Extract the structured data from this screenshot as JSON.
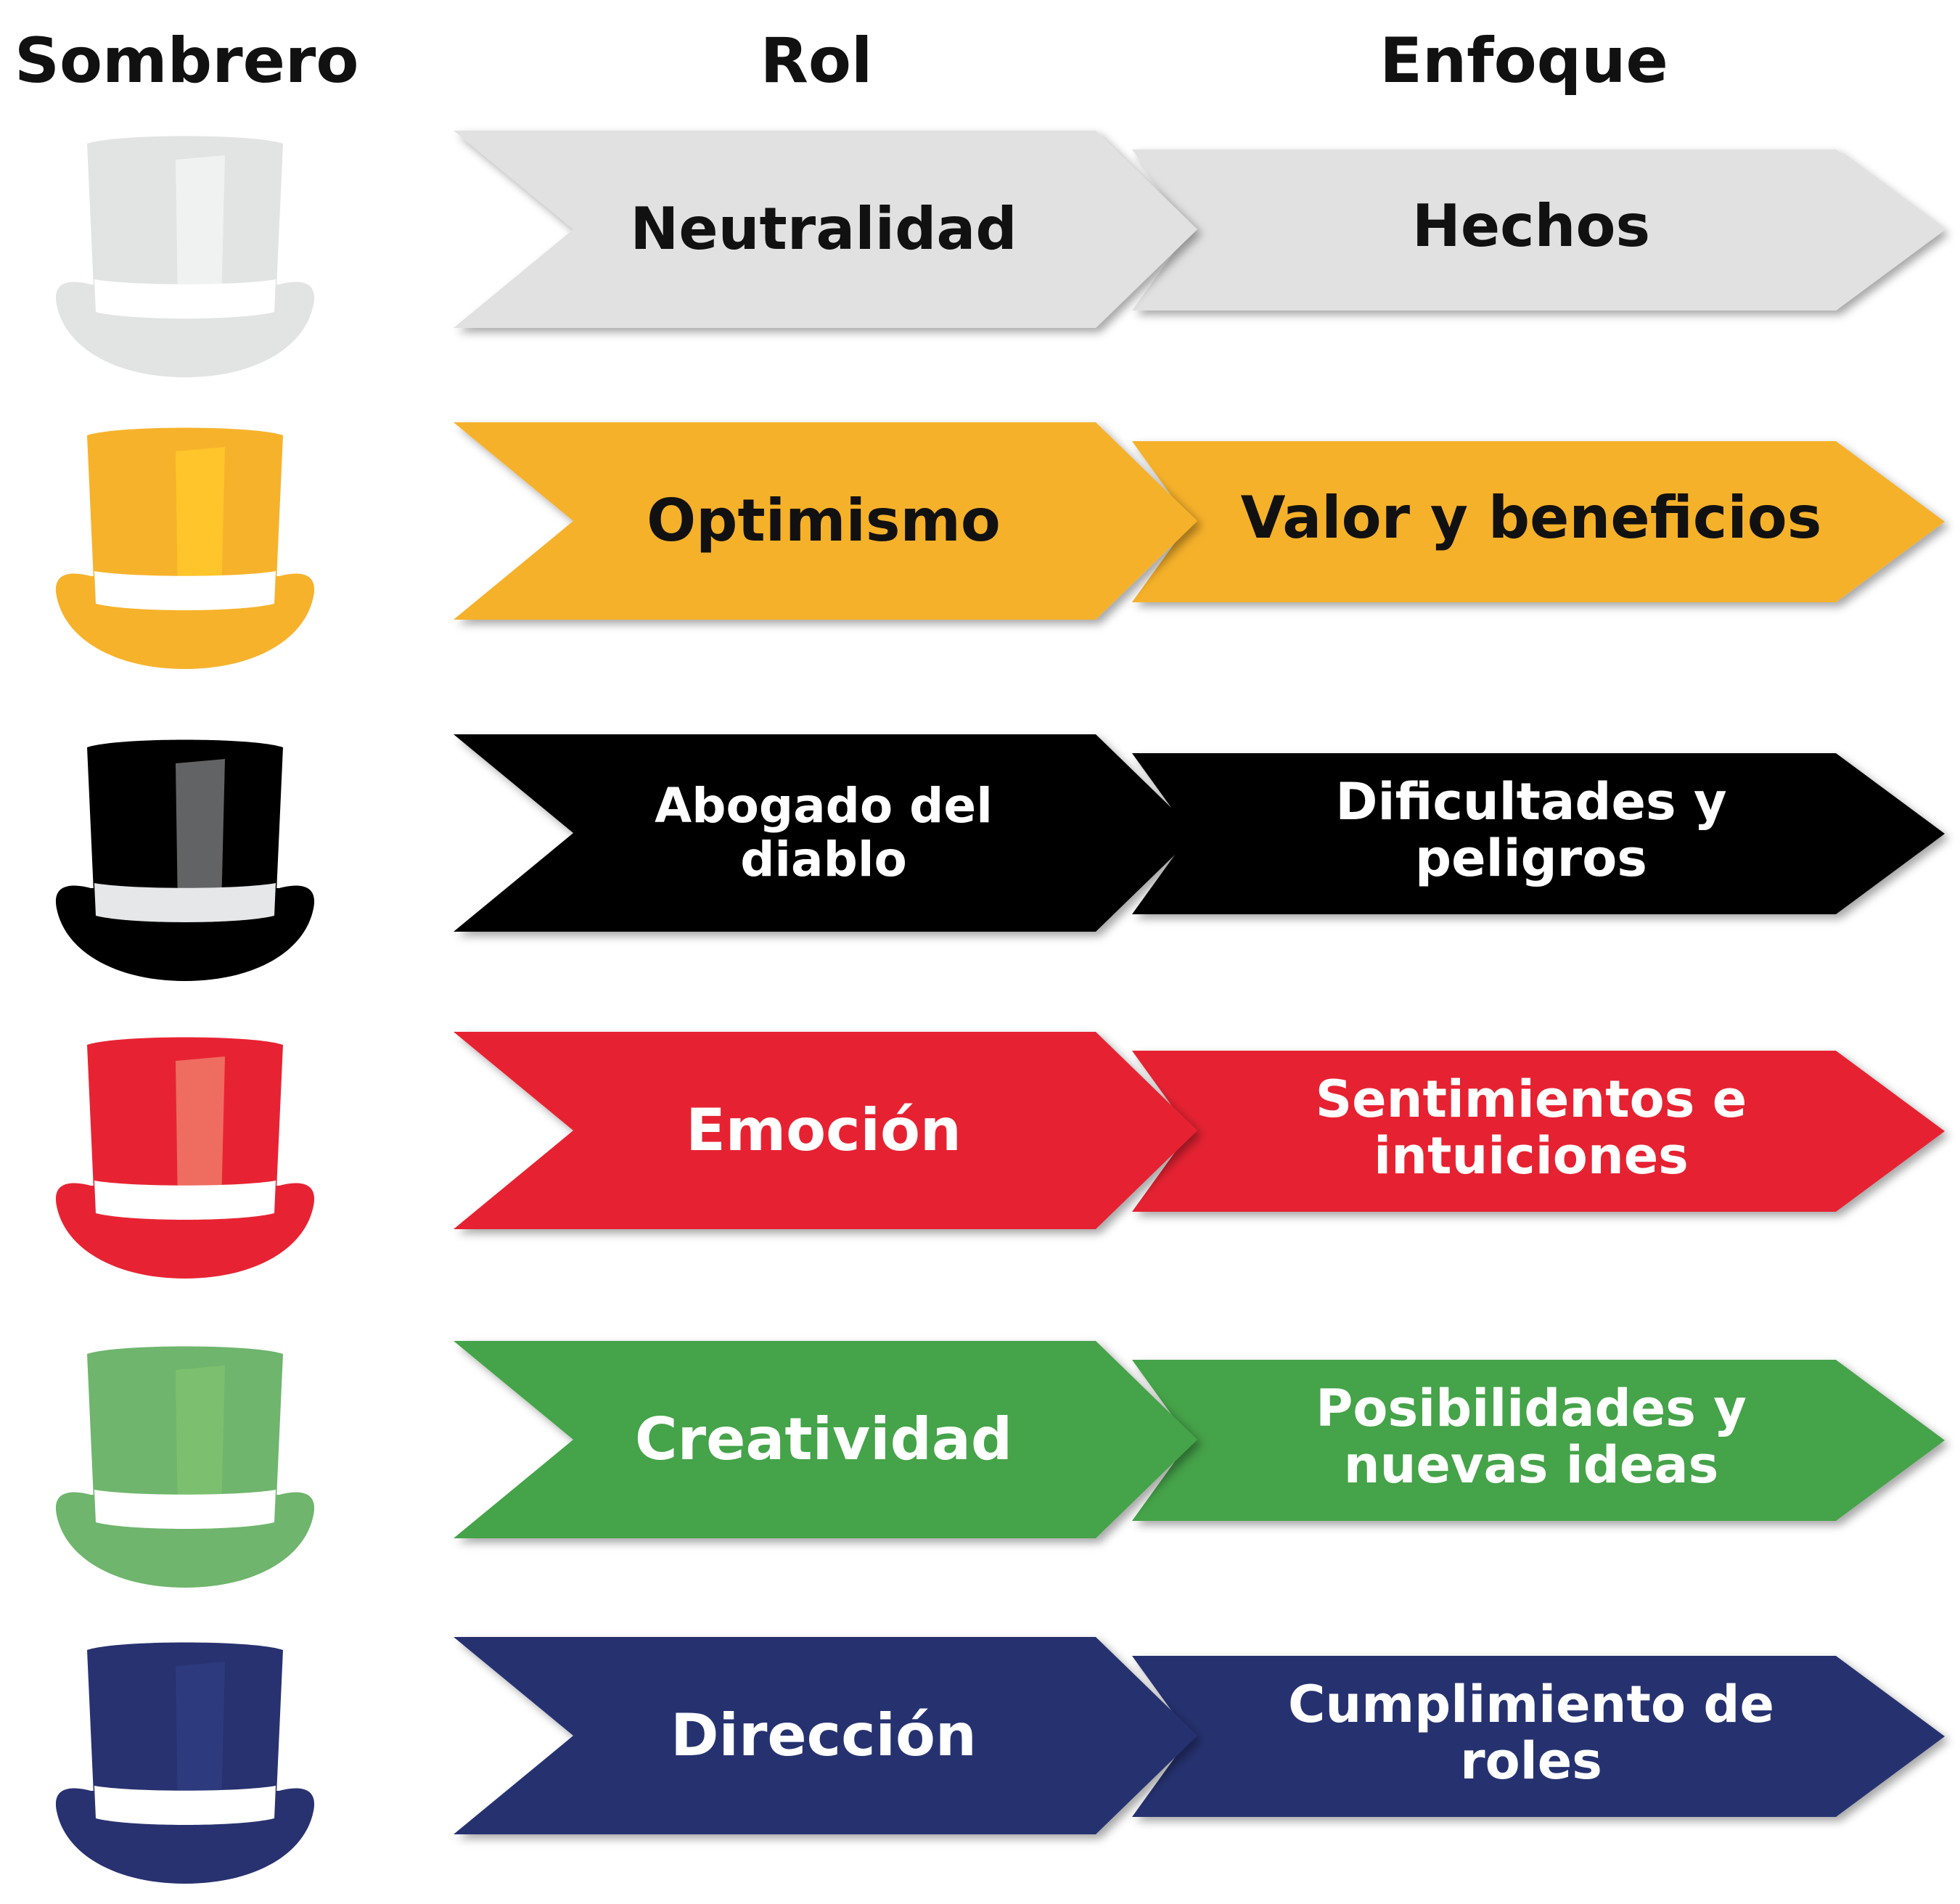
{
  "headers": {
    "hat": "Sombrero",
    "role": "Rol",
    "focus": "Enfoque"
  },
  "rows": [
    {
      "hat_color": "#e2e4e3",
      "hat_shade": "#f2f2f2",
      "band_color": "#ffffff",
      "arrow_color": "#e0e1e0",
      "text_color": "#111111",
      "role": "Neutralidad",
      "focus": "Hechos"
    },
    {
      "hat_color": "#f7b22b",
      "hat_shade": "#ffc62a",
      "band_color": "#ffffff",
      "arrow_color": "#f6b129",
      "text_color": "#111111",
      "role": "Optimismo",
      "focus": "Valor y beneficios"
    },
    {
      "hat_color": "#000000",
      "hat_shade": "#6d6e70",
      "band_color": "#e6e7e8",
      "arrow_color": "#000000",
      "text_color": "#ffffff",
      "role": "Abogado del\ndiablo",
      "focus": "Dificultades y\npeligros"
    },
    {
      "hat_color": "#e72333",
      "hat_shade": "#ef7466",
      "band_color": "#ffffff",
      "arrow_color": "#e62333",
      "text_color": "#ffffff",
      "role": "Emoción",
      "focus": "Sentimientos e\nintuiciones"
    },
    {
      "hat_color": "#6fb56d",
      "hat_shade": "#7dc16f",
      "band_color": "#ffffff",
      "arrow_color": "#45a34a",
      "text_color": "#ffffff",
      "role": "Creatividad",
      "focus": "Posibilidades y\nnuevas ideas"
    },
    {
      "hat_color": "#283270",
      "hat_shade": "#2f3b80",
      "band_color": "#ffffff",
      "arrow_color": "#283270",
      "text_color": "#ffffff",
      "role": "Dirección",
      "focus": "Cumplimiento de\nroles"
    }
  ]
}
